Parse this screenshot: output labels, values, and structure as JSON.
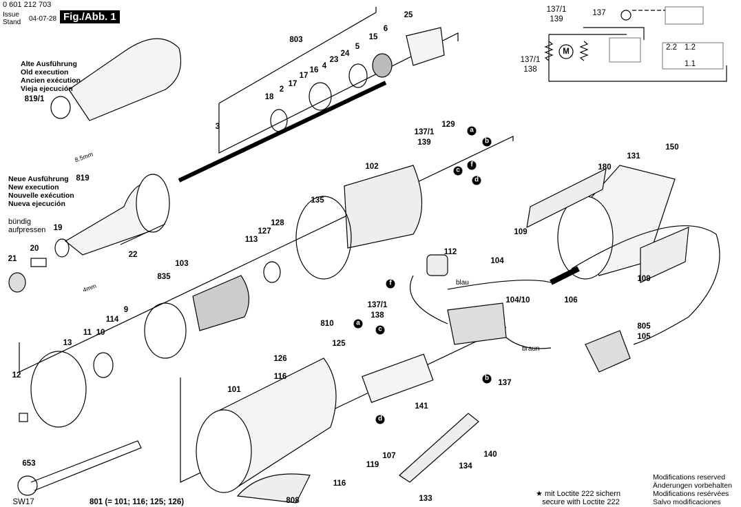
{
  "header": {
    "part_number": "0 601 212 703",
    "issue_label_en": "Issue",
    "issue_label_de": "Stand",
    "issue_date": "04-07-28",
    "figure": "Fig./Abb. 1"
  },
  "old_execution": [
    "Alte Ausführung",
    "Old execution",
    "Ancien exécution",
    "Vieja ejecución"
  ],
  "new_execution": [
    "Neue Ausführung",
    "New execution",
    "Nouvelle exécution",
    "Nueva ejecución"
  ],
  "press_flush": [
    "bündig",
    "aufpressen"
  ],
  "dims": {
    "d1": "8.5mm",
    "d2": "4mm"
  },
  "wires": {
    "blue": "blau",
    "brown": "braun"
  },
  "kit_note": "801 (= 101; 116; 125; 126)",
  "loctite": [
    "mit Loctite 222 sichern",
    "secure with Loctite 222"
  ],
  "modifications": [
    "Modifications reserved",
    "Änderungen vorbehalten",
    "Modifications resérvées",
    "Salvo modificaciones"
  ],
  "schematic": {
    "l1": "137/1",
    "l2": "139",
    "l3": "137",
    "l4": "137/1",
    "l5": "138",
    "t22": "2.2",
    "t12": "1.2",
    "t11": "1.1",
    "motor": "M"
  },
  "parts": [
    "803",
    "15",
    "6",
    "25",
    "5",
    "24",
    "23",
    "4",
    "16",
    "17",
    "17",
    "2",
    "18",
    "3",
    "129",
    "137/1",
    "139",
    "102",
    "135",
    "128",
    "127",
    "113",
    "103",
    "835",
    "9",
    "114",
    "10",
    "11",
    "13",
    "12",
    "180",
    "131",
    "150",
    "109",
    "109",
    "112",
    "104",
    "104/10",
    "106",
    "805",
    "105",
    "137/1",
    "138",
    "810",
    "125",
    "126",
    "116",
    "101",
    "141",
    "107",
    "119",
    "116",
    "808",
    "140",
    "134",
    "133",
    "137",
    "653",
    "SW17",
    "819/1",
    "819",
    "19",
    "20",
    "21",
    "22"
  ],
  "connectors": [
    "a",
    "b",
    "c",
    "f",
    "d",
    "f",
    "c",
    "a",
    "b",
    "d"
  ]
}
